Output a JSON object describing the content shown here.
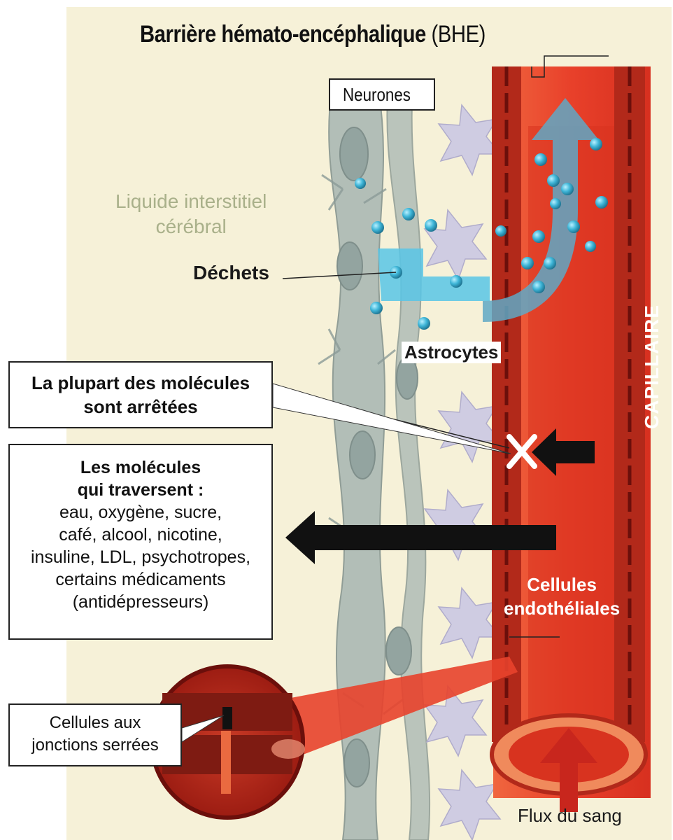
{
  "title": {
    "main": "Barrière hémato-encéphalique",
    "abbr": "(BHE)"
  },
  "labels": {
    "neurones": "Neurones",
    "interstitial_line1": "Liquide interstitiel",
    "interstitial_line2": "cérébral",
    "dechets": "Déchets",
    "astrocytes": "Astrocytes",
    "capillaire": "CAPILLAIRE",
    "endothelial_line1": "Cellules",
    "endothelial_line2": "endothéliales",
    "flux": "Flux du sang"
  },
  "blocked_box": {
    "line1": "La plupart des molécules",
    "line2": "sont arrêtées"
  },
  "crossing_box": {
    "heading_line1": "Les molécules",
    "heading_line2": "qui traversent :",
    "items": [
      "eau, oxygène, sucre,",
      "café, alcool, nicotine,",
      "insuline, LDL, psychotropes,",
      "certains médicaments",
      "(antidépresseurs)"
    ]
  },
  "tight_junction_box": {
    "line1": "Cellules aux",
    "line2": "jonctions serrées"
  },
  "colors": {
    "background": "#f6f1d8",
    "capillary_red": "#e8432c",
    "vessel_wall": "#7a1410",
    "neuron_gray": "#9aa9a6",
    "astrocyte_lilac": "#c9c6dc",
    "waste_blue": "#3fb6d8",
    "arrow_black": "#111111"
  }
}
